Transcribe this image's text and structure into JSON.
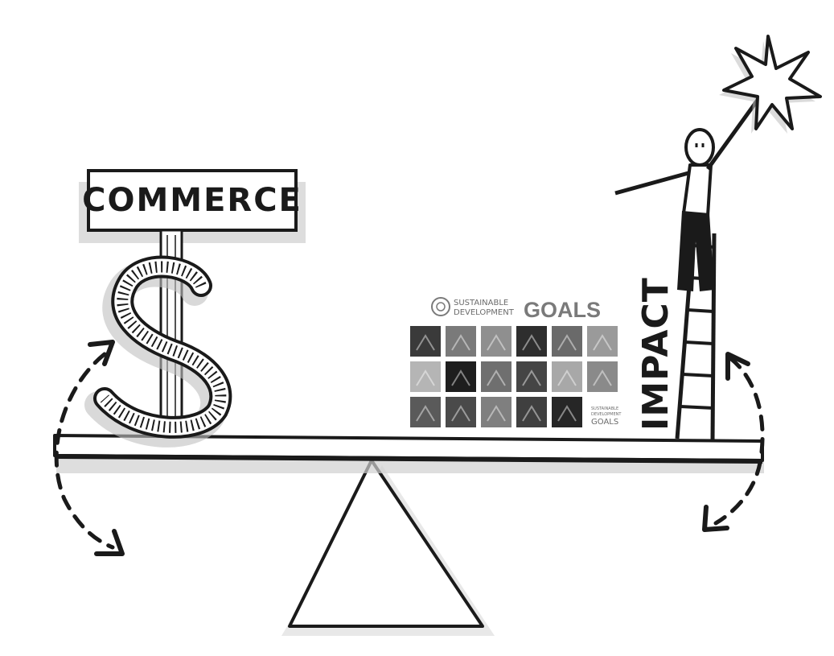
{
  "sign": {
    "text": "COMMERCE"
  },
  "impact": {
    "text": "IMPACT"
  },
  "sdg": {
    "line1": "SUSTAINABLE",
    "line2": "DEVELOPMENT",
    "big": "GOALS",
    "corner_line1": "SUSTAINABLE",
    "corner_line2": "DEVELOPMENT",
    "corner_big": "GOALS",
    "tile_shades": [
      "#3a3a3a",
      "#7a7a7a",
      "#8f8f8f",
      "#2e2e2e",
      "#6a6a6a",
      "#9a9a9a",
      "#b5b5b5",
      "#1e1e1e",
      "#6f6f6f",
      "#454545",
      "#a8a8a8",
      "#8a8a8a",
      "#5a5a5a",
      "#4a4a4a",
      "#7f7f7f",
      "#3f3f3f",
      "#262626",
      "#ffffff"
    ]
  },
  "colors": {
    "ink": "#1a1a1a",
    "shadow": "#c8c8c8",
    "background": "#ffffff"
  },
  "icons": [
    "dollar-sign-icon",
    "star-icon",
    "curved-arrow-icon",
    "un-emblem-icon"
  ]
}
